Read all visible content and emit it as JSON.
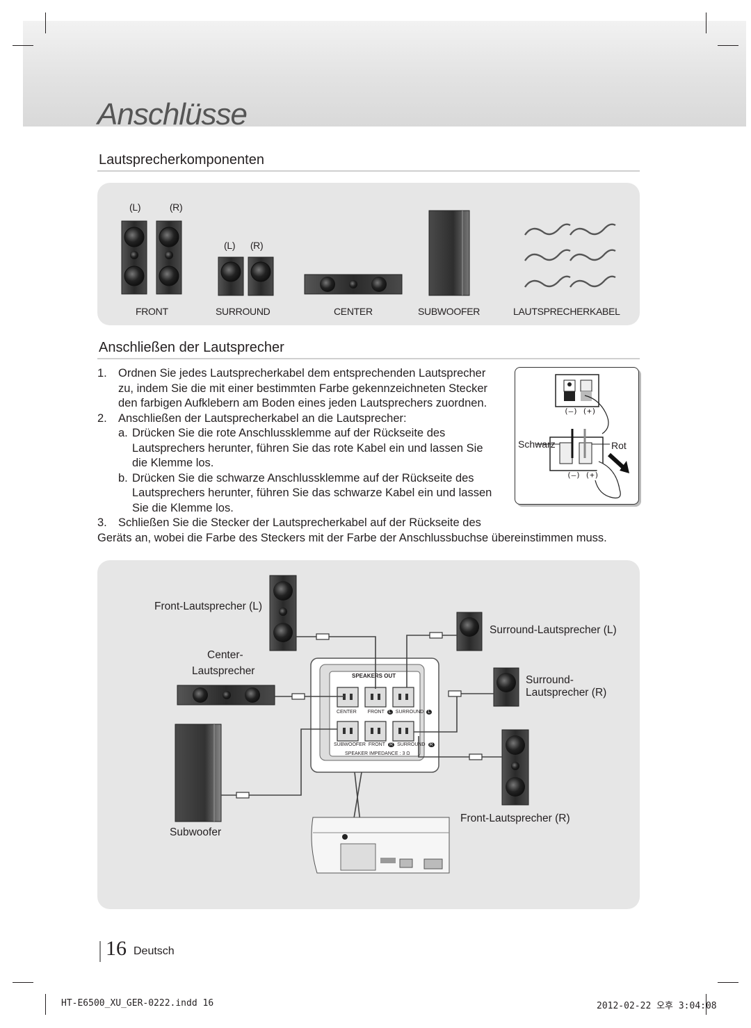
{
  "chapter_title": "Anschlüsse",
  "section1": {
    "title": "Lautsprecherkomponenten",
    "front_lr": [
      "(L)",
      "(R)"
    ],
    "surround_lr": [
      "(L)",
      "(R)"
    ],
    "labels": [
      "FRONT",
      "SURROUND",
      "CENTER",
      "SUBWOOFER",
      "LAUTSPRECHERKABEL"
    ]
  },
  "section2": {
    "title": "Anschließen der Lautsprecher",
    "steps": [
      {
        "num": "1.",
        "lines": [
          "Ordnen Sie jedes Lautsprecherkabel dem entsprechenden Lautsprecher",
          "zu, indem Sie die mit einer bestimmten Farbe gekennzeichneten Stecker",
          "den farbigen Aufklebern am Boden eines jeden Lautsprechers zuordnen."
        ]
      },
      {
        "num": "2.",
        "lines": [
          "Anschließen der Lautsprecherkabel an die Lautsprecher:"
        ]
      },
      {
        "num": "a.",
        "lines": [
          "Drücken Sie die rote Anschlussklemme auf der Rückseite des",
          "Lautsprechers herunter, führen Sie das rote Kabel ein und lassen Sie",
          "die Klemme los."
        ]
      },
      {
        "num": "b.",
        "lines": [
          "Drücken Sie die schwarze Anschlussklemme auf der Rückseite des",
          "Lautsprechers herunter, führen Sie das schwarze Kabel ein und lassen",
          "Sie die Klemme los."
        ]
      },
      {
        "num": "3.",
        "lines": [
          "Schließen Sie die Stecker der Lautsprecherkabel auf der Rückseite des",
          "Geräts an, wobei die Farbe des Steckers mit der Farbe der Anschlussbuchse übereinstimmen muss."
        ]
      }
    ],
    "terminal": {
      "polarity": "(–) (+)",
      "black": "Schwarz",
      "red": "Rot"
    }
  },
  "wiring": {
    "front_l": "Front-Lautsprecher (L)",
    "center_1": "Center-",
    "center_2": "Lautsprecher",
    "subwoofer": "Subwoofer",
    "surround_l": "Surround-Lautsprecher (L)",
    "surround_r_1": "Surround-",
    "surround_r_2": "Lautsprecher (R)",
    "front_r": "Front-Lautsprecher (R)",
    "panel_title": "SPEAKERS OUT",
    "row1": [
      "CENTER",
      "FRONT",
      "SURROUND"
    ],
    "row2": [
      "SUBWOOFER",
      "FRONT",
      "SURROUND"
    ],
    "impedance": "SPEAKER IMPEDANCE : 3 Ω",
    "badge_l": "L",
    "badge_r": "R"
  },
  "footer": {
    "page_number": "16",
    "language": "Deutsch",
    "file": "HT-E6500_XU_GER-0222.indd 16",
    "timestamp": "2012-02-22 오후 3:04:08"
  }
}
